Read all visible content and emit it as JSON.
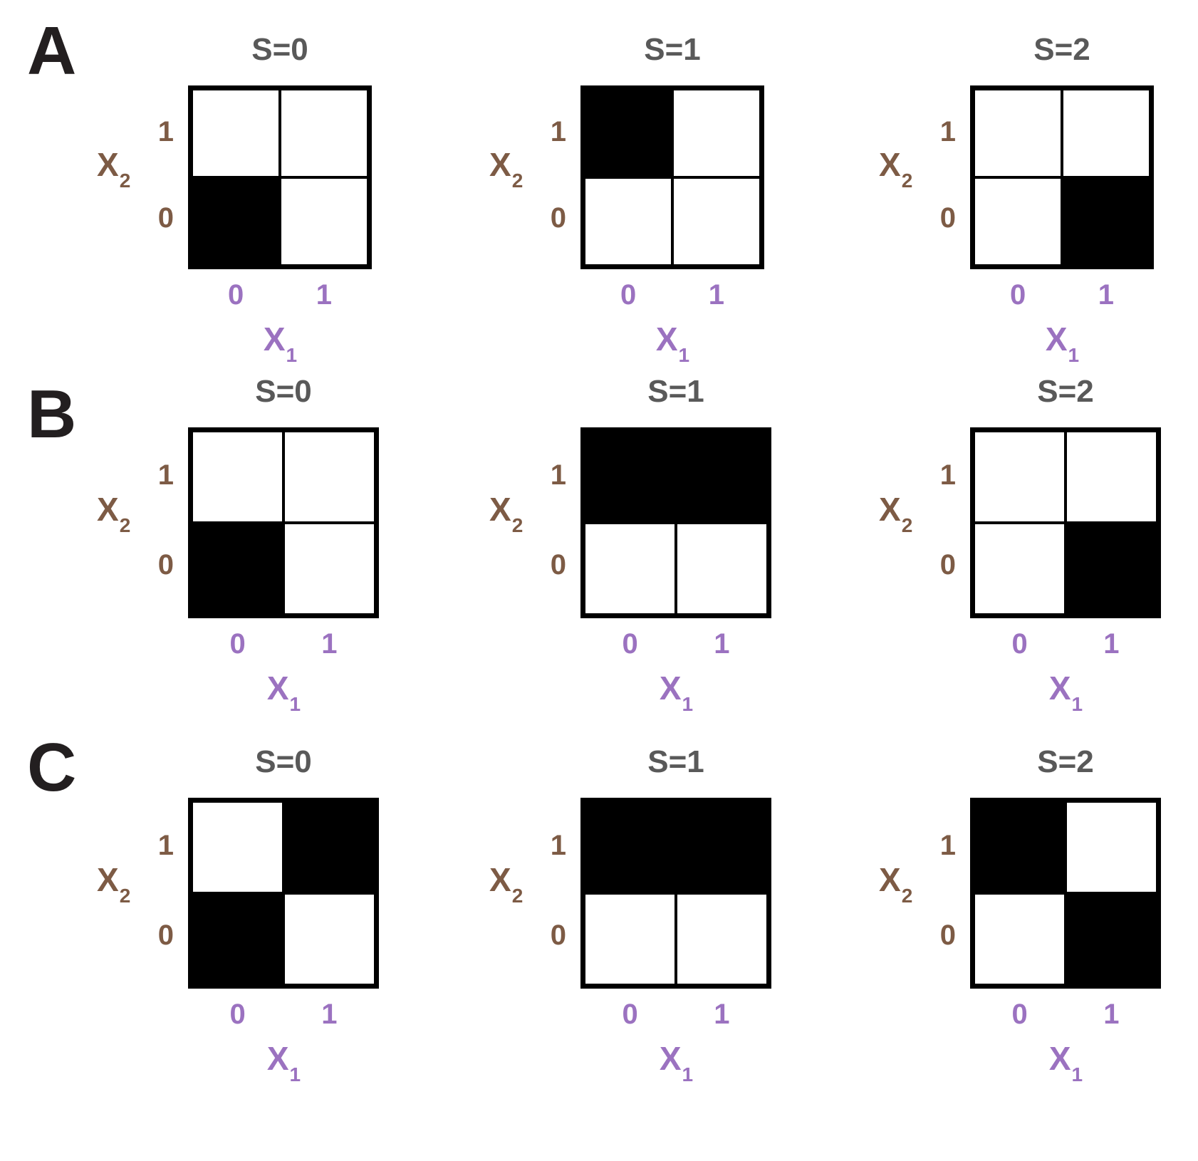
{
  "figure": {
    "axis_labels": {
      "x_var": "X",
      "x_sub": "1",
      "y_var": "X",
      "y_sub": "2"
    },
    "tick_labels": {
      "x": [
        "0",
        "1"
      ],
      "y_top": "1",
      "y_bottom": "0"
    },
    "colors": {
      "x_axis": "#9B72C0",
      "y_axis": "#7D5B45",
      "title": "#595959",
      "panel_letter": "#231F20",
      "cell_on": "#000000",
      "cell_off": "#FFFFFF"
    }
  },
  "chart_data": {
    "type": "heatmap",
    "title": "",
    "xlabel": "X1",
    "ylabel": "X2",
    "categories_x": [
      "0",
      "1"
    ],
    "categories_y": [
      "1",
      "0"
    ],
    "legend": [],
    "grid": false,
    "panels": [
      {
        "letter": "A",
        "grids": [
          {
            "title": "S=0",
            "rows": [
              [
                0,
                0
              ],
              [
                1,
                0
              ]
            ]
          },
          {
            "title": "S=1",
            "rows": [
              [
                1,
                0
              ],
              [
                0,
                0
              ]
            ]
          },
          {
            "title": "S=2",
            "rows": [
              [
                0,
                0
              ],
              [
                0,
                1
              ]
            ]
          }
        ]
      },
      {
        "letter": "B",
        "grids": [
          {
            "title": "S=0",
            "rows": [
              [
                0,
                0
              ],
              [
                1,
                0
              ]
            ]
          },
          {
            "title": "S=1",
            "rows": [
              [
                1,
                1
              ],
              [
                0,
                0
              ]
            ]
          },
          {
            "title": "S=2",
            "rows": [
              [
                0,
                0
              ],
              [
                0,
                1
              ]
            ]
          }
        ]
      },
      {
        "letter": "C",
        "grids": [
          {
            "title": "S=0",
            "rows": [
              [
                0,
                1
              ],
              [
                1,
                0
              ]
            ]
          },
          {
            "title": "S=1",
            "rows": [
              [
                1,
                1
              ],
              [
                0,
                0
              ]
            ]
          },
          {
            "title": "S=2",
            "rows": [
              [
                1,
                0
              ],
              [
                0,
                1
              ]
            ]
          }
        ]
      }
    ]
  }
}
